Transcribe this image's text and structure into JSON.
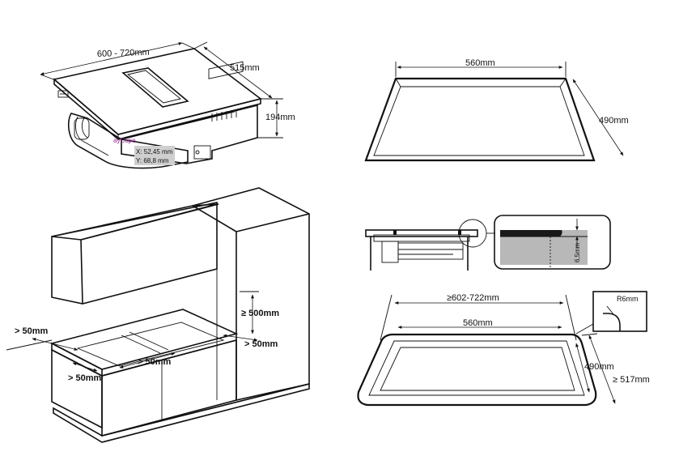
{
  "hob": {
    "width_label": "600 - 720mm",
    "depth_label": "515mm",
    "height_label": "194mm",
    "coord_x": "X: 52,45 mm",
    "coord_y": "Y: 68,8 mm"
  },
  "cutout_top": {
    "width_label": "560mm",
    "depth_label": "490mm"
  },
  "kitchen": {
    "above_label": "≥ 500mm",
    "side_left_label": "> 50mm",
    "side_right_label": "> 50mm",
    "front_label": "> 50mm",
    "front_left_label": "> 50mm"
  },
  "section": {
    "detail_label": "6,5mm"
  },
  "cutout_bottom": {
    "outer_width_label": "≥602-722mm",
    "inner_width_label": "560mm",
    "inner_depth_label": "490mm",
    "outer_depth_label": "≥ 517mm",
    "radius_label": "R6mm"
  },
  "colors": {
    "line": "#111111",
    "panel_gray": "#b8b8b8",
    "dark_fill": "#1a1a1a",
    "coord_box": "#cfcfcf"
  }
}
